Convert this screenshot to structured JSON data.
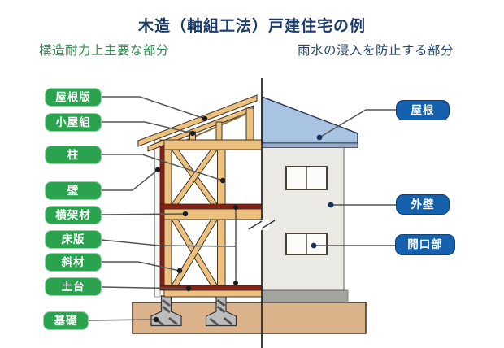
{
  "title": "木造（軸組工法）戸建住宅の例",
  "legend": {
    "structural": "構造耐力上主要な部分",
    "waterproof": "雨水の浸入を防止する部分"
  },
  "structural_labels": [
    "屋根版",
    "小屋組",
    "柱",
    "壁",
    "横架材",
    "床版",
    "斜材",
    "土台",
    "基礎"
  ],
  "waterproof_labels": [
    "屋根",
    "外壁",
    "開口部"
  ],
  "colors": {
    "label_green": "#2aa24e",
    "label_blue": "#1561ae",
    "title_navy": "#1d3c6b",
    "legend_green": "#2e9152",
    "wood": "#ecc07f",
    "structure_red": "#8a1f16",
    "roof_blue": "#a9c3e3",
    "wall_gray": "#ebe9e4",
    "ground_tan": "#dcb28b",
    "concrete_gray": "#bcbcbc"
  }
}
